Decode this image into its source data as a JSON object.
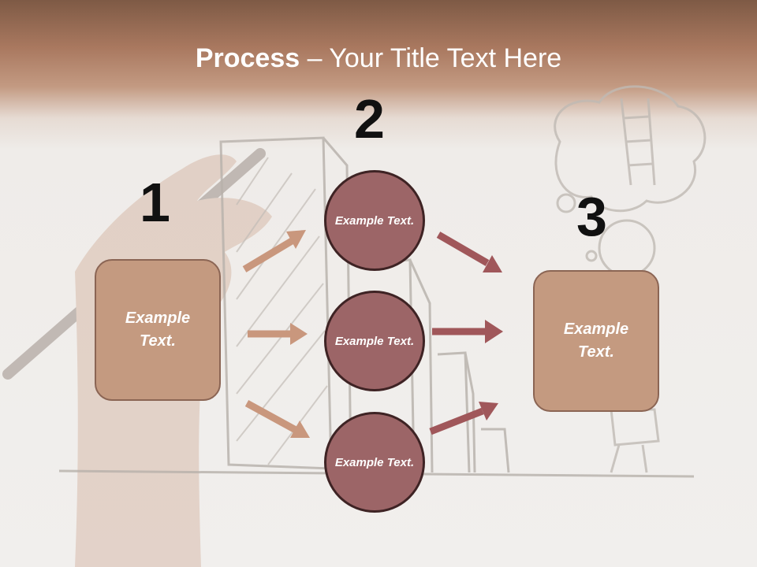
{
  "title": {
    "bold": "Process",
    "rest": " – Your Title Text Here"
  },
  "steps": [
    {
      "number": "1",
      "text": "Example Text."
    },
    {
      "number": "2",
      "text": "Example Text."
    },
    {
      "number": "3",
      "text": "Example Text."
    }
  ],
  "circles": [
    {
      "text": "Example Text."
    },
    {
      "text": "Example Text."
    },
    {
      "text": "Example Text."
    }
  ],
  "colors": {
    "header": "#a9785f",
    "box_fill": "#c49a80",
    "circle_fill": "#9c6567",
    "arrow_light": "#c9977d",
    "arrow_dark": "#a0575a"
  }
}
